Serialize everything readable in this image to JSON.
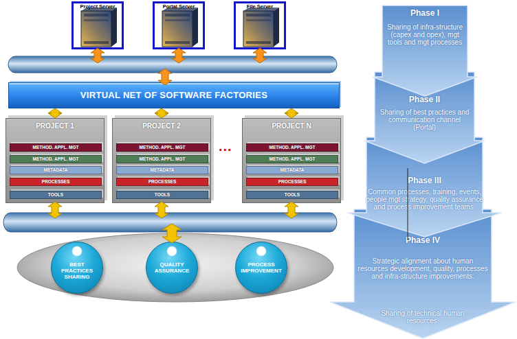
{
  "diagram": {
    "nodes": [
      {
        "text": [
          "Project Server"
        ]
      },
      {
        "text": [
          "Portal Server"
        ]
      },
      {
        "text": [
          "File Server"
        ]
      },
      {
        "text": [
          "VIRTUAL NET OF SOFTWARE FACTORIES"
        ]
      },
      {
        "text": [
          "PROJECT 1"
        ]
      },
      {
        "text": [
          "METHOD. APPL. MGT"
        ],
        "in": 4
      },
      {
        "text": [
          "METHOD. APPL. MGT"
        ],
        "in": 4
      },
      {
        "text": [
          "METADATA"
        ],
        "in": 4
      },
      {
        "text": [
          "PROCESSES"
        ],
        "in": 4
      },
      {
        "text": [
          "TOOLS"
        ],
        "in": 4
      },
      {
        "text": [
          "PROJECT 2"
        ]
      },
      {
        "text": [
          "METHOD. APPL. MGT"
        ],
        "in": 10
      },
      {
        "text": [
          "METHOD. APPL. MGT"
        ],
        "in": 10
      },
      {
        "text": [
          "METADATA"
        ],
        "in": 10
      },
      {
        "text": [
          "PROCESSES"
        ],
        "in": 10
      },
      {
        "text": [
          "TOOLS"
        ],
        "in": 10
      },
      {
        "text": [
          "PROJECT N"
        ]
      },
      {
        "text": [
          "METHOD. APPL. MGT"
        ],
        "in": 16
      },
      {
        "text": [
          "METHOD. APPL. MGT"
        ],
        "in": 16
      },
      {
        "text": [
          "METADATA"
        ],
        "in": 16
      },
      {
        "text": [
          "PROCESSES"
        ],
        "in": 16
      },
      {
        "text": [
          "TOOLS"
        ],
        "in": 16
      },
      {
        "text": [
          "BEST PRACTICES SHARING"
        ]
      },
      {
        "text": [
          "QUALITY ASSURANCE"
        ]
      },
      {
        "text": [
          "PROCESS IMPROVEMENT"
        ]
      },
      {
        "text": [
          "Phase I",
          "Sharing of infra-structure (capex and opex), mgt tools and mgt processes"
        ]
      },
      {
        "text": [
          "Phase II",
          "Sharing of best practices and communication channel (Portal)"
        ]
      },
      {
        "text": [
          "Phase III",
          "Common processes, training, events, people mgt strategy, quality assurance and process improvement teams."
        ]
      },
      {
        "text": [
          "Phase IV",
          "Strategic alignment about human resources development, quality, processes and infra-structure improvements.",
          "Sharing of technical human resources."
        ]
      }
    ],
    "edges": [
      {
        "from": 3,
        "to": 4,
        "arrow": "both"
      },
      {
        "from": 3,
        "to": 10,
        "arrow": "both"
      },
      {
        "from": 3,
        "to": 16,
        "arrow": "both"
      }
    ],
    "labels": [
      "..."
    ]
  }
}
